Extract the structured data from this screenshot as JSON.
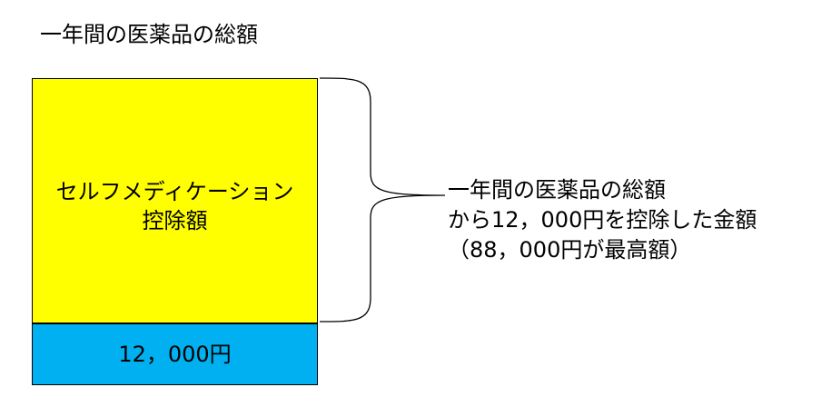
{
  "title": "一年間の医薬品の総額",
  "deduction_box": {
    "line1": "セルフメディケーション",
    "line2": "控除額",
    "color": "#FFFF00"
  },
  "base_box": {
    "label": "12，000円",
    "color": "#00B0F0"
  },
  "note": {
    "line1": "一年間の医薬品の総額",
    "line2": "から12，000円を控除した金額",
    "line3": "（88，000円が最高額）"
  }
}
